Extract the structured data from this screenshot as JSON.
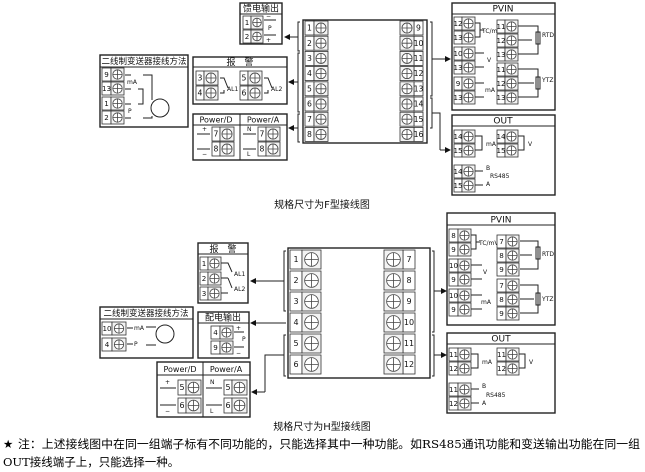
{
  "top": {
    "feed": {
      "title": "馈电输出",
      "terminals": [
        "1",
        "2"
      ],
      "labels": {
        "minus": "−",
        "p": "P",
        "plus": "+"
      }
    },
    "twowire": {
      "title": "二线制变送器接线方法",
      "terminals": [
        "9",
        "13",
        "1",
        "2"
      ],
      "labels": {
        "ma": "mA",
        "p": "P"
      }
    },
    "alarm": {
      "title": "报　警",
      "terminals": [
        "3",
        "4",
        "5",
        "6"
      ],
      "labels": {
        "al1": "AL1",
        "al2": "AL2"
      }
    },
    "power": {
      "title_d": "Power/D",
      "title_a": "Power/A",
      "terminals_d": [
        "7",
        "8"
      ],
      "terminals_a": [
        "7",
        "8"
      ],
      "labels": {
        "plus": "+",
        "minus": "−",
        "n": "N",
        "l": "L"
      }
    },
    "main": {
      "left": [
        "1",
        "2",
        "3",
        "4",
        "5",
        "6",
        "7",
        "8"
      ],
      "right": [
        "9",
        "10",
        "11",
        "12",
        "13",
        "14",
        "15",
        "16"
      ]
    },
    "pvin": {
      "title": "PVIN",
      "left": [
        "12",
        "13",
        "10",
        "13",
        "9",
        "13"
      ],
      "right": [
        "11",
        "12",
        "13",
        "11",
        "12",
        "13"
      ],
      "labels": {
        "tc": "TC/mV",
        "v": "V",
        "ma": "mA",
        "rtd": "RTD",
        "ytz": "YTZ"
      }
    },
    "out": {
      "title": "OUT",
      "terminals": [
        "14",
        "15",
        "14",
        "15",
        "14",
        "15"
      ],
      "labels": {
        "ma": "mA",
        "v": "V",
        "rs485": "RS485",
        "b": "B",
        "a": "A"
      }
    },
    "caption": "规格尺寸为F型接线图"
  },
  "bottom": {
    "alarm": {
      "title": "报　警",
      "terminals": [
        "1",
        "2",
        "3"
      ],
      "labels": {
        "al1": "AL1",
        "al2": "AL2"
      }
    },
    "twowire": {
      "title": "二线制变送器接线方法",
      "terminals": [
        "10",
        "4"
      ],
      "labels": {
        "ma": "mA",
        "p": "P"
      }
    },
    "feed": {
      "title": "配电输出",
      "terminals": [
        "4",
        "9"
      ],
      "labels": {
        "plus": "+",
        "p": "P",
        "minus": "−"
      }
    },
    "power": {
      "title_d": "Power/D",
      "title_a": "Power/A",
      "terminals_d": [
        "5",
        "6"
      ],
      "terminals_a": [
        "5",
        "6"
      ],
      "labels": {
        "plus": "+",
        "minus": "−",
        "n": "N",
        "l": "L"
      }
    },
    "main": {
      "left": [
        "1",
        "2",
        "3",
        "4",
        "5",
        "6"
      ],
      "right": [
        "7",
        "8",
        "9",
        "10",
        "11",
        "12"
      ]
    },
    "pvin": {
      "title": "PVIN",
      "left": [
        "8",
        "9",
        "10",
        "9",
        "10",
        "9"
      ],
      "right": [
        "7",
        "8",
        "9",
        "7",
        "8",
        "9"
      ],
      "labels": {
        "tc": "TC/mV",
        "v": "V",
        "ma": "mA",
        "rtd": "RTD",
        "ytz": "YTZ"
      }
    },
    "out": {
      "title": "OUT",
      "terminals": [
        "11",
        "12",
        "11",
        "12",
        "11",
        "12"
      ],
      "labels": {
        "ma": "mA",
        "v": "V",
        "rs485": "RS485",
        "b": "B",
        "a": "A"
      }
    },
    "caption": "规格尺寸为H型接线图"
  },
  "note": {
    "star": "★",
    "line1": "注：上述接线图中在同一组端子标有不同功能的，只能选择其中一种功能。如RS485通讯功能和变送输出功能在同一组",
    "line2": "OUT接线端子上，只能选择一种。"
  }
}
